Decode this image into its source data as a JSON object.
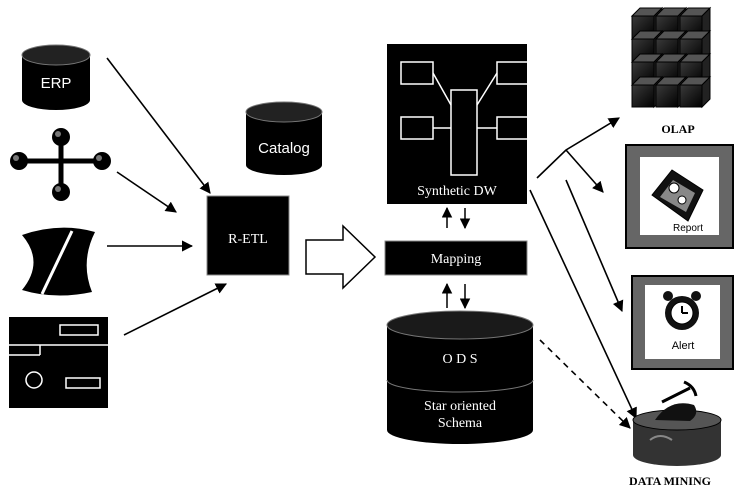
{
  "sources": {
    "erp": "ERP"
  },
  "catalog": "Catalog",
  "retl": "R-ETL",
  "synthetic_dw": "Synthetic DW",
  "mapping": "Mapping",
  "ods": "O D S",
  "star_schema_line1": "Star oriented",
  "star_schema_line2": "Schema",
  "outputs": {
    "olap": "OLAP",
    "report": "Report",
    "alert": "Alert",
    "data_mining": "DATA MINING"
  }
}
